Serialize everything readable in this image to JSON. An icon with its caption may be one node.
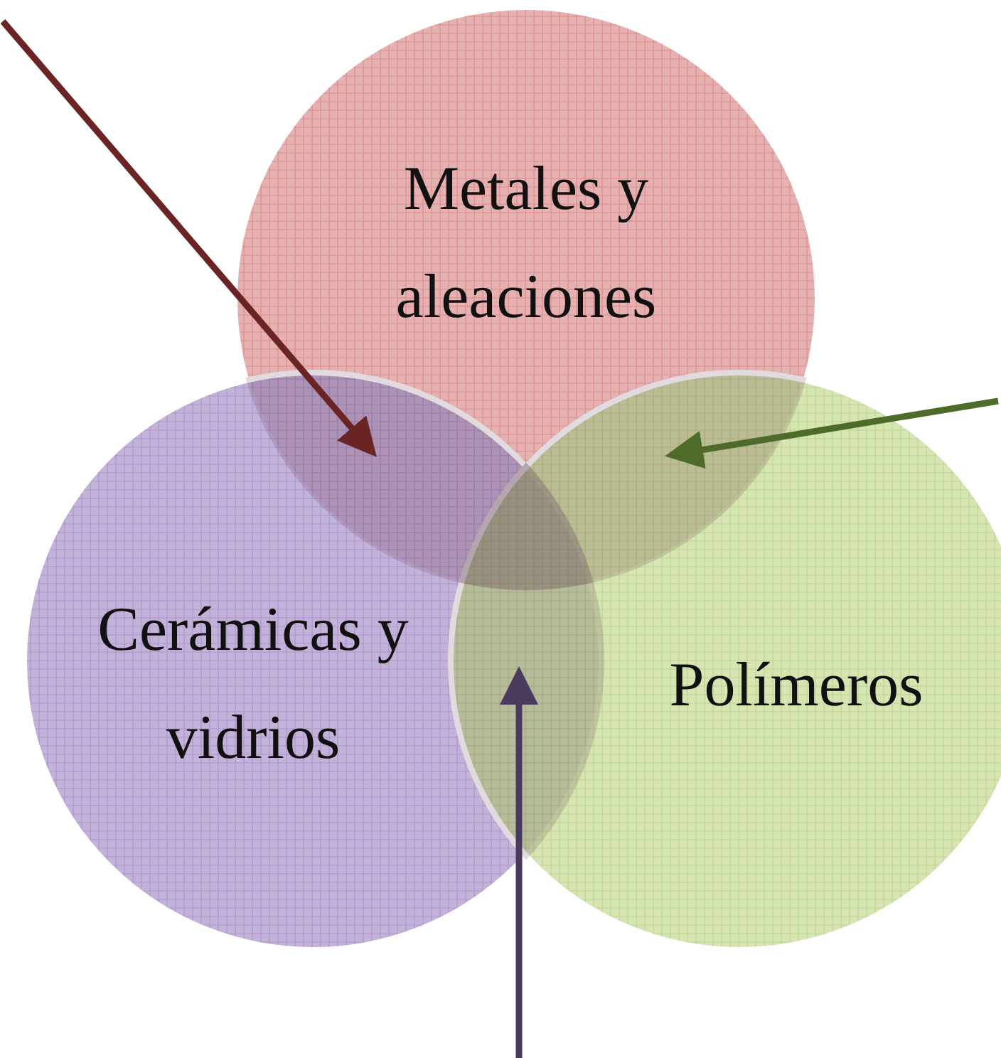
{
  "diagram": {
    "nodes": [
      {
        "text": [
          "Metales y aleaciones"
        ]
      },
      {
        "text": [
          "Cerámicas y vidrios"
        ]
      },
      {
        "text": [
          "Polímeros"
        ]
      },
      {
        "text": [],
        "shape": "lens"
      },
      {
        "text": [],
        "shape": "lens"
      },
      {
        "text": [],
        "shape": "lens"
      }
    ],
    "edges": [
      {
        "from": null,
        "to": 3,
        "arrow": "to",
        "color": "#6b2424"
      },
      {
        "from": null,
        "to": 4,
        "arrow": "to",
        "color": "#4f6b2a"
      },
      {
        "from": null,
        "to": 5,
        "arrow": "to",
        "color": "#4a3a5e"
      }
    ]
  }
}
